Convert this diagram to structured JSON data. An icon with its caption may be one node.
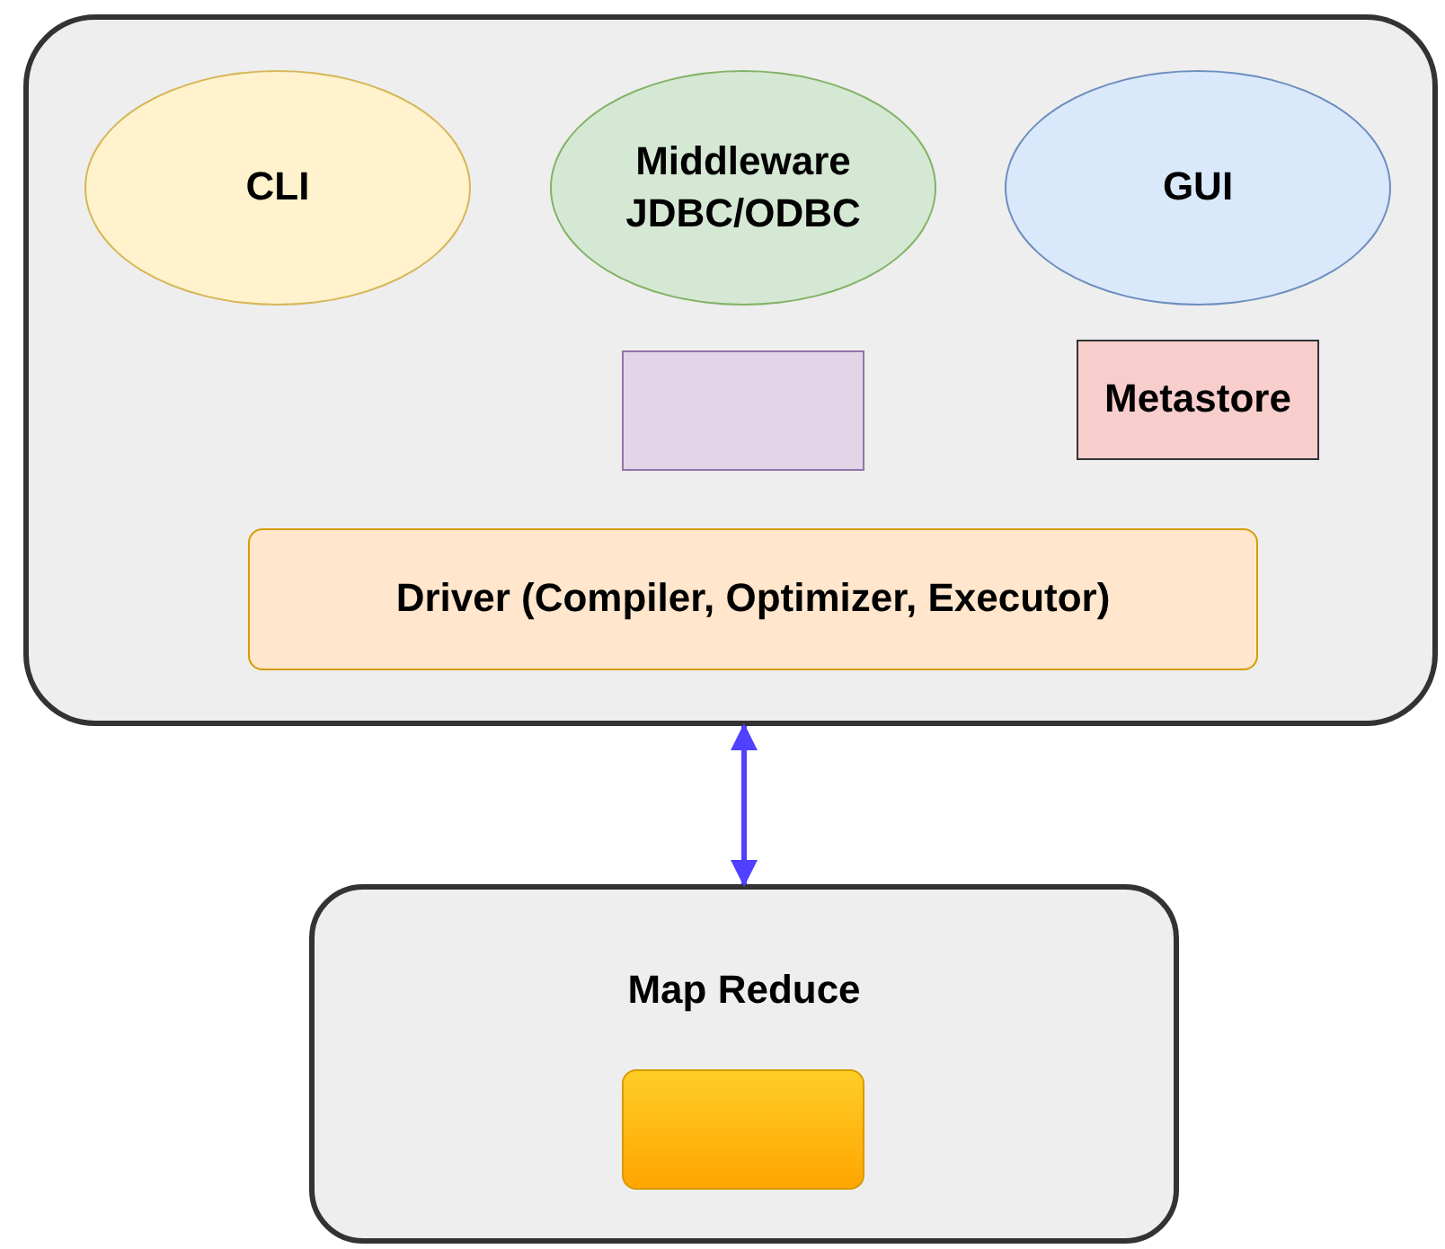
{
  "diagram": {
    "nodes": [
      {
        "text": [],
        "shape": "box"
      },
      {
        "text": [
          "CLI"
        ],
        "in": 0
      },
      {
        "text": [
          "Middleware JDBC/ODBC"
        ],
        "in": 0
      },
      {
        "text": [
          "GUI"
        ],
        "in": 0
      },
      {
        "text": [],
        "shape": "box",
        "in": 0
      },
      {
        "text": [
          "Metastore"
        ],
        "in": 0
      },
      {
        "text": [
          "Driver (Compiler, Optimizer, Executor)"
        ],
        "in": 0
      },
      {
        "text": [
          "Map Reduce"
        ]
      },
      {
        "text": [],
        "shape": "box",
        "in": 7
      }
    ],
    "edges": [
      {
        "from": 0,
        "to": 7,
        "arrow": "both"
      }
    ]
  }
}
